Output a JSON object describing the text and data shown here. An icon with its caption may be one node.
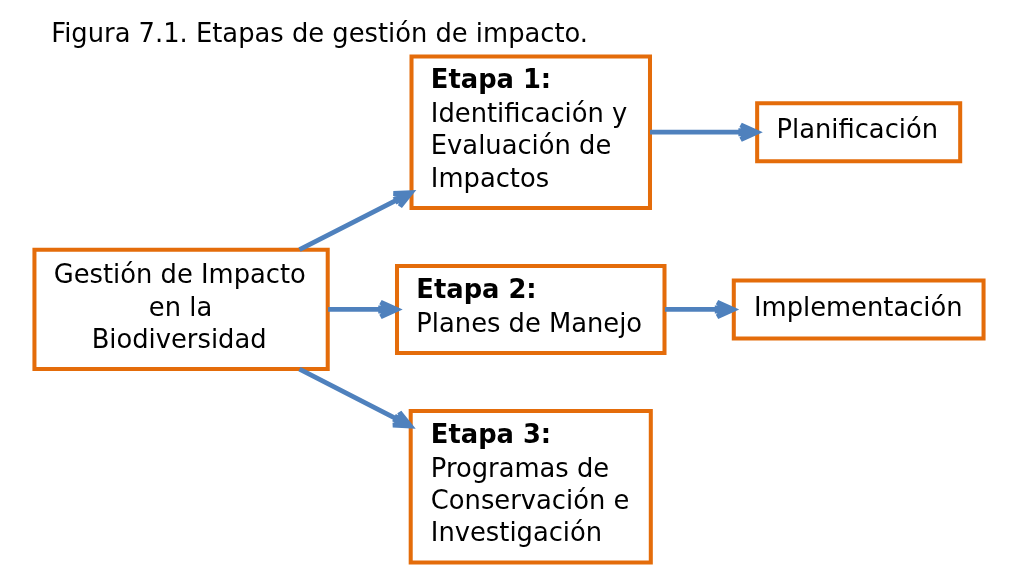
{
  "diagram": {
    "title": "Figura 7.1. Etapas de gestión de impacto.",
    "nodes": [
      {
        "text": [
          "Gestión de Impacto en la Biodiversidad"
        ]
      },
      {
        "text": [
          "Etapa 1:",
          "Identificación y Evaluación de Impactos"
        ]
      },
      {
        "text": [
          "Etapa 2:",
          "Planes de Manejo"
        ]
      },
      {
        "text": [
          "Etapa 3:",
          "Programas de Conservación e Investigación"
        ]
      },
      {
        "text": [
          "Planificación"
        ]
      },
      {
        "text": [
          "Implementación"
        ]
      }
    ],
    "edges": [
      {
        "from": 0,
        "to": 1,
        "arrow": "to"
      },
      {
        "from": 0,
        "to": 2,
        "arrow": "to"
      },
      {
        "from": 0,
        "to": 3,
        "arrow": "to"
      },
      {
        "from": 1,
        "to": 4,
        "arrow": "to"
      },
      {
        "from": 2,
        "to": 5,
        "arrow": "to"
      }
    ]
  }
}
